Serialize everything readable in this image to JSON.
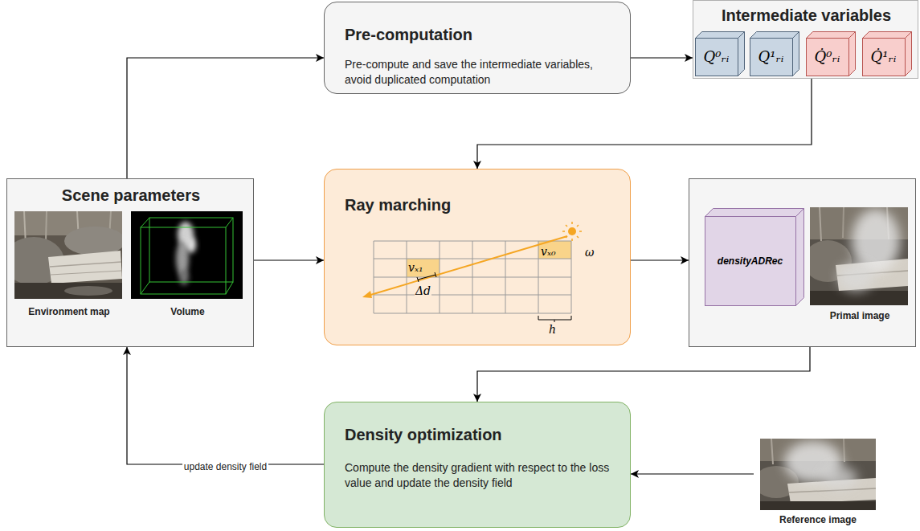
{
  "diagram": {
    "nodes": [
      {
        "text": [
          "Pre-computation",
          "Pre-compute and save the intermediate variables, avoid duplicated computation"
        ]
      },
      {
        "text": [
          "Intermediate variables"
        ]
      },
      {
        "text": [
          "Q⁰ᵣᵢ"
        ],
        "in": 1
      },
      {
        "text": [
          "Q¹ᵣᵢ"
        ],
        "in": 1
      },
      {
        "text": [
          "Q̇⁰ᵣᵢ"
        ],
        "in": 1
      },
      {
        "text": [
          "Q̇¹ᵣᵢ"
        ],
        "in": 1
      },
      {
        "text": [
          "Scene parameters",
          "Environment map",
          "Volume"
        ]
      },
      {
        "text": [
          "Ray marching"
        ]
      },
      {
        "text": [
          "Primal image"
        ]
      },
      {
        "text": [
          "densityADRec"
        ],
        "in": 8
      },
      {
        "text": [
          "Density optimization",
          "Compute the density gradient with respect to the loss value and update the density field"
        ]
      },
      {
        "text": [
          "Reference image"
        ]
      }
    ],
    "edges": [
      {
        "from": 6,
        "to": 0,
        "arrow": "to"
      },
      {
        "from": 0,
        "to": 1,
        "arrow": "to"
      },
      {
        "from": 1,
        "to": 7,
        "arrow": "to"
      },
      {
        "from": 6,
        "to": 7,
        "arrow": "to"
      },
      {
        "from": 7,
        "to": 8,
        "arrow": "to"
      },
      {
        "from": 8,
        "to": 10,
        "arrow": "to"
      },
      {
        "from": 11,
        "to": 10,
        "arrow": "to"
      },
      {
        "from": 10,
        "to": 6,
        "label": "update density field",
        "arrow": "to"
      }
    ],
    "labels": [
      "vₓ₁",
      "Δd",
      "vₓ₀",
      "ω",
      "h"
    ]
  }
}
